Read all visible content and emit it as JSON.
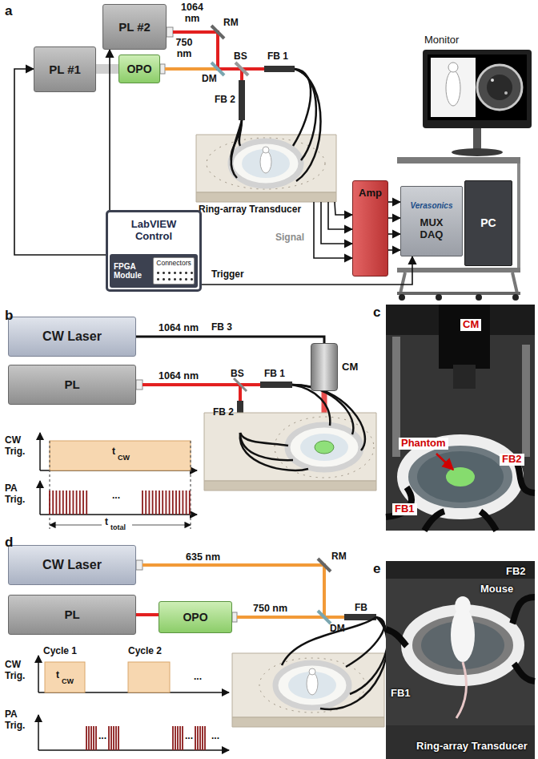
{
  "diagram": {
    "nodes": [
      {
        "text": [
          "PL #2"
        ]
      },
      {
        "text": [
          "PL #1"
        ]
      },
      {
        "text": [
          "OPO"
        ]
      },
      {
        "text": [
          "Ring-array Transducer"
        ]
      },
      {
        "text": [
          "Amp"
        ]
      },
      {
        "text": [
          "Monitor"
        ]
      },
      {
        "text": [
          "Verasonics",
          "MUX DAQ"
        ]
      },
      {
        "text": [
          "PC"
        ]
      },
      {
        "text": [
          "LabVIEW Control"
        ]
      },
      {
        "text": [
          "FPGA Module"
        ],
        "in": 8
      },
      {
        "text": [
          "Connectors"
        ],
        "in": 9
      },
      {
        "text": [
          "CW Laser"
        ]
      },
      {
        "text": [
          "PL"
        ]
      },
      {
        "text": [
          "CM"
        ]
      },
      {
        "text": [
          "CW Laser"
        ]
      },
      {
        "text": [
          "PL"
        ]
      },
      {
        "text": [
          "OPO"
        ]
      }
    ],
    "edges": [
      {
        "from": 1,
        "to": 2,
        "arrow": "none"
      },
      {
        "from": 15,
        "to": 16,
        "arrow": "none"
      },
      {
        "from": 8,
        "to": 1,
        "arrow": "to"
      },
      {
        "from": 8,
        "to": 0,
        "arrow": "to"
      },
      {
        "from": 8,
        "to": 6,
        "arrow": "to",
        "label": "Trigger"
      },
      {
        "from": 3,
        "to": 4,
        "arrow": "to"
      },
      {
        "from": 3,
        "to": 4,
        "arrow": "to"
      },
      {
        "from": 3,
        "to": 4,
        "arrow": "to"
      },
      {
        "from": 3,
        "to": 4,
        "arrow": "to"
      },
      {
        "from": 4,
        "to": 6,
        "arrow": "to"
      },
      {
        "from": 4,
        "to": 6,
        "arrow": "to"
      },
      {
        "from": 4,
        "to": 6,
        "arrow": "to"
      },
      {
        "from": 4,
        "to": 6,
        "arrow": "to"
      },
      {
        "from": 11,
        "to": 13,
        "arrow": "none",
        "label": "FB 3"
      }
    ],
    "labels": [
      "a",
      "1064 nm",
      "750 nm",
      "RM",
      "DM",
      "BS",
      "FB 1",
      "FB 2",
      "Signal",
      "b",
      "1064 nm",
      "1064 nm",
      "BS",
      "FB 1",
      "FB 2",
      "CW Trig.",
      "t",
      "CW",
      "PA Trig.",
      "...",
      "t",
      "total",
      "c",
      "CM",
      "Phantom",
      "FB2",
      "FB1",
      "d",
      "635 nm",
      "RM",
      "750 nm",
      "DM",
      "FB",
      "CW Trig.",
      "Cycle 1",
      "Cycle 2",
      "t",
      "CW",
      "...",
      "PA Trig.",
      "...",
      "...",
      "...",
      "e",
      "FB2",
      "Mouse",
      "FB1",
      "Ring-array Transducer"
    ]
  }
}
